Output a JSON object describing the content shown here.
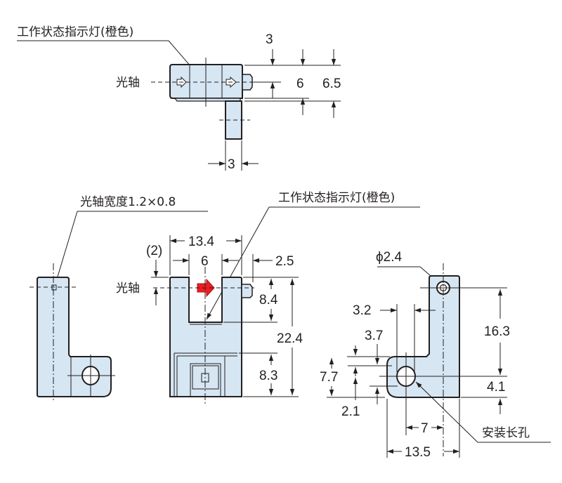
{
  "colors": {
    "body_fill": "#d6e6f2",
    "line": "#231f20",
    "indicator": "#ed1c24"
  },
  "top_view": {
    "indicator_label": "工作状态指示灯(橙色)",
    "axis_label": "光轴",
    "dim_3_top": "3",
    "dim_6": "6",
    "dim_6_5": "6.5",
    "dim_3_bottom": "3"
  },
  "side_view": {
    "beam_width_label": "光轴宽度1.2×0.8"
  },
  "front_view": {
    "indicator_label": "工作状态指示灯(橙色)",
    "axis_label": "光轴",
    "dim_2": "(2)",
    "dim_13_4": "13.4",
    "dim_6": "6",
    "dim_2_5": "2.5",
    "dim_8_4": "8.4",
    "dim_22_4": "22.4",
    "dim_8_3": "8.3"
  },
  "bracket_view": {
    "dim_phi_2_4": "ϕ2.4",
    "dim_3_2": "3.2",
    "dim_3_7": "3.7",
    "dim_7_7": "7.7",
    "dim_2_1": "2.1",
    "dim_16_3": "16.3",
    "dim_4_1": "4.1",
    "dim_7": "7",
    "dim_13_5": "13.5",
    "slot_label": "安装长孔"
  }
}
